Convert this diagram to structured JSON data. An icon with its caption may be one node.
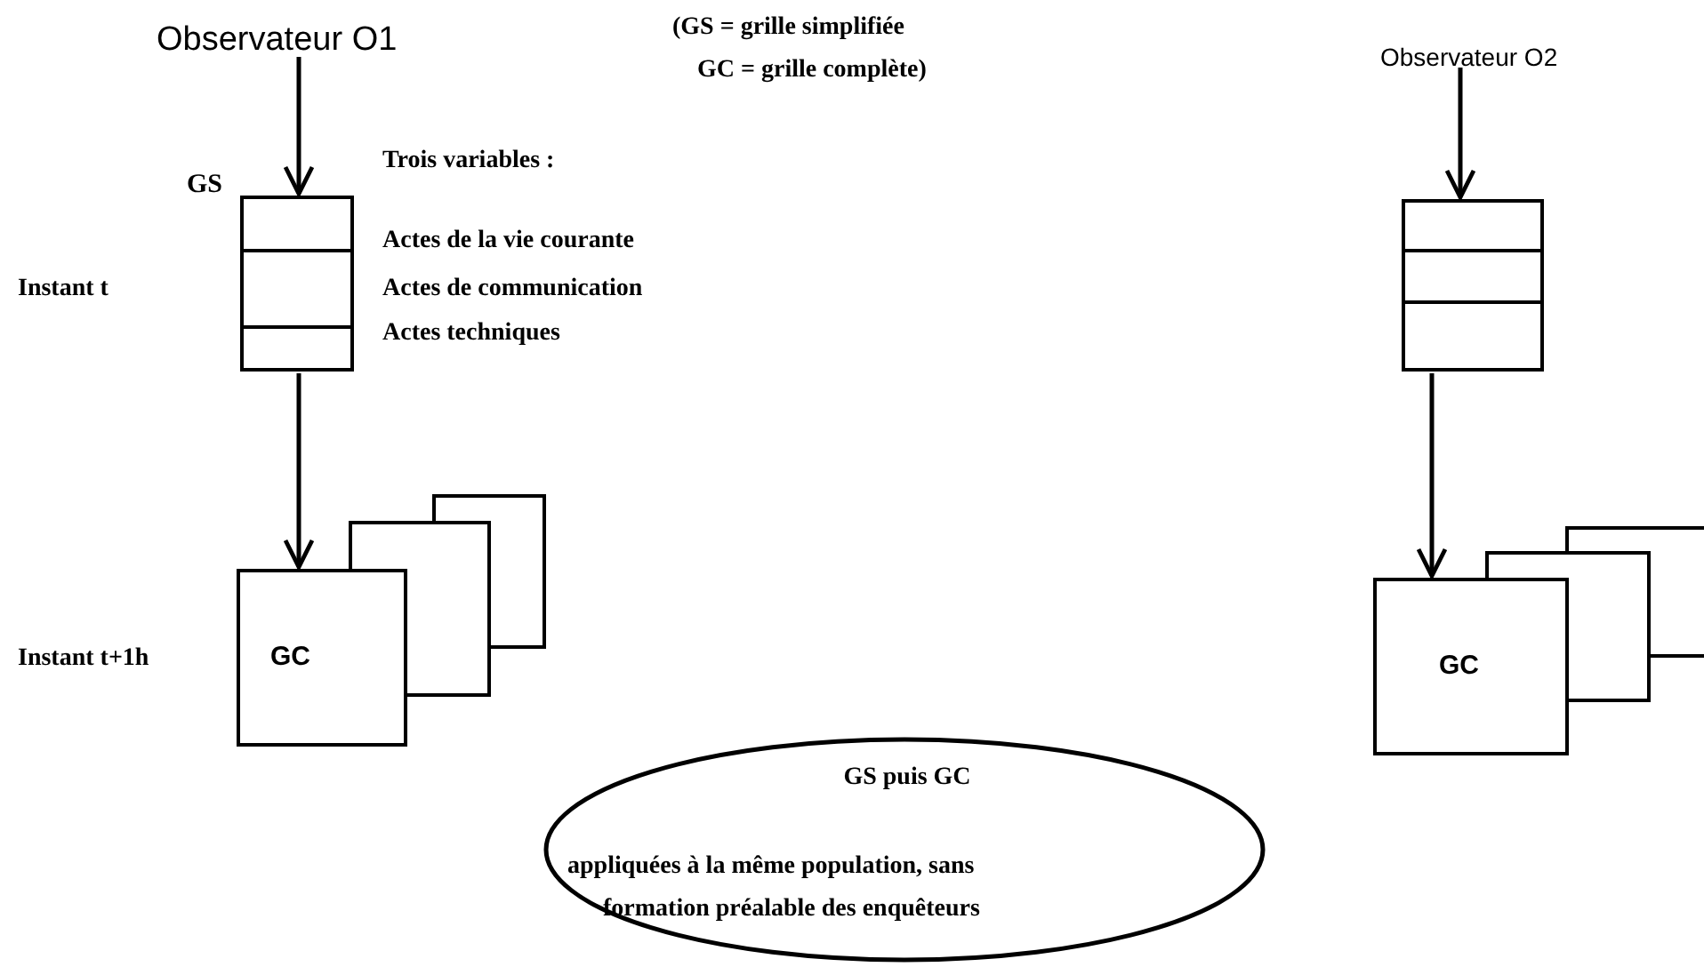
{
  "diagram": {
    "nodes": [
      {
        "text": [
          "Observateur O1"
        ]
      },
      {
        "text": [],
        "shape": "box",
        "beside": [
          "GS"
        ]
      },
      {
        "text": [
          "GC"
        ]
      },
      {
        "text": [],
        "shape": "box"
      },
      {
        "text": [],
        "shape": "box"
      },
      {
        "text": [
          "Observateur O2"
        ]
      },
      {
        "text": [],
        "shape": "box"
      },
      {
        "text": [
          "GC"
        ]
      },
      {
        "text": [],
        "shape": "box"
      },
      {
        "text": [],
        "shape": "box"
      },
      {
        "text": [
          "GS puis GC",
          "appliquées à la même population, sans formation préalable des enquêteurs"
        ]
      }
    ],
    "edges": [
      {
        "from": 0,
        "to": 1,
        "arrow": "to"
      },
      {
        "from": 1,
        "to": 2,
        "arrow": "to"
      },
      {
        "from": 5,
        "to": 6,
        "arrow": "to"
      },
      {
        "from": 6,
        "to": 7,
        "arrow": "to"
      }
    ],
    "labels": [
      "(GS = grille simplifiée",
      "GC = grille complète)",
      "Trois variables :",
      "Actes de la vie courante",
      "Actes de communication",
      "Actes techniques",
      "Instant t",
      "Instant t+1h"
    ]
  }
}
